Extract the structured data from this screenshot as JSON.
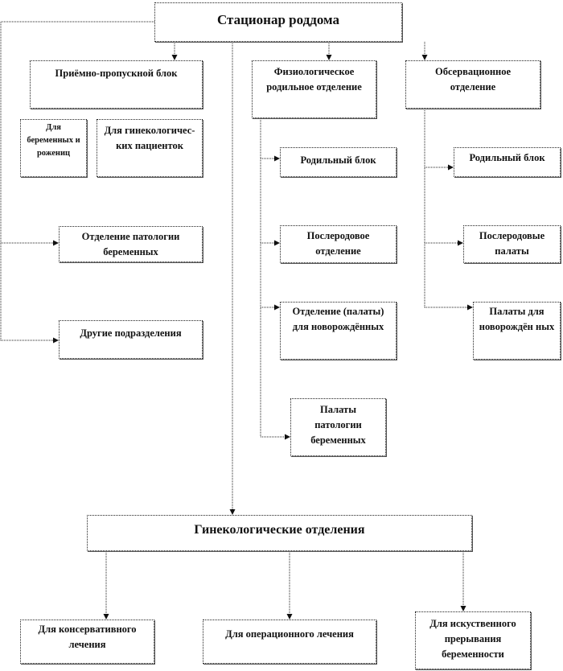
{
  "root": "Стационар роддома",
  "admission": {
    "title": "Приёмно-пропускной блок",
    "pregnant": "Для беременных и рожениц",
    "gyn": "Для гинекологичес-ких пациенток"
  },
  "pathology": "Отделение патологии беременных",
  "other": "Другие подразделения",
  "physiological": {
    "title": "Физиологическое родильное отделение",
    "items": [
      "Родильный блок",
      "Послеродовое отделение",
      "Отделение (палаты) для новорождённых",
      "Палаты патологии беременных"
    ]
  },
  "observational": {
    "title": "Обсервационное отделение",
    "items": [
      "Родильный блок",
      "Послеродовые палаты",
      "Палаты для новорождён ных"
    ]
  },
  "gynecology": {
    "title": "Гинекологические отделения",
    "items": [
      "Для консервативного лечения",
      "Для операционного лечения",
      "Для искуственного прерывания беременности"
    ]
  }
}
